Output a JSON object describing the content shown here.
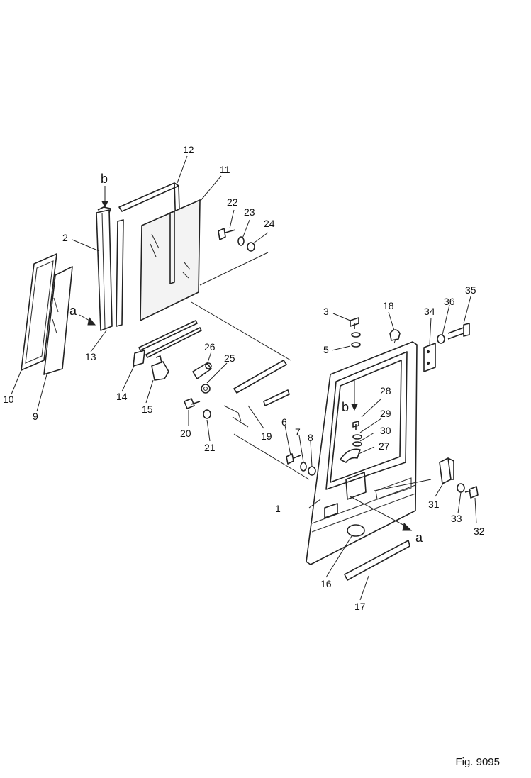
{
  "figure": {
    "caption": "Fig. 9095"
  },
  "diagram": {
    "part_labels": [
      "1",
      "2",
      "3",
      "5",
      "6",
      "7",
      "8",
      "9",
      "10",
      "11",
      "12",
      "13",
      "14",
      "15",
      "16",
      "17",
      "18",
      "19",
      "20",
      "21",
      "22",
      "23",
      "24",
      "25",
      "26",
      "27",
      "28",
      "29",
      "30",
      "31",
      "32",
      "33",
      "34",
      "35",
      "36"
    ],
    "view_markers": [
      "a",
      "b",
      "a",
      "b"
    ]
  }
}
